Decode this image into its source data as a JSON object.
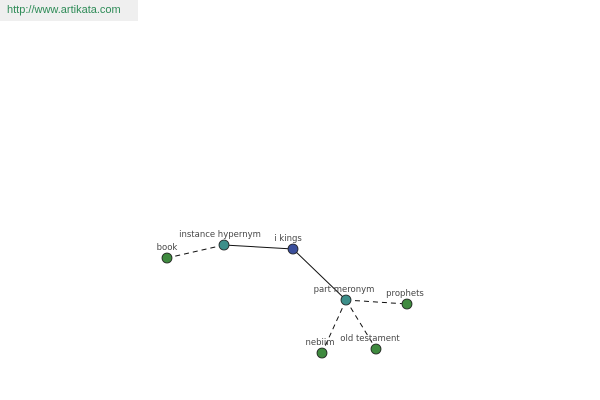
{
  "header": {
    "url": "http://www.artikata.com"
  },
  "graph": {
    "colors": {
      "center": "#3b4f9c",
      "relation": "#3d8f8a",
      "leaf": "#3f8a3f",
      "edge": "#111111"
    },
    "labels": {
      "i_kings": "i kings",
      "instance_hypernym": "instance hypernym",
      "part_meronym": "part meronym",
      "book": "book",
      "prophets": "prophets",
      "nebiim": "nebiim",
      "old_testament": "old testament"
    }
  }
}
